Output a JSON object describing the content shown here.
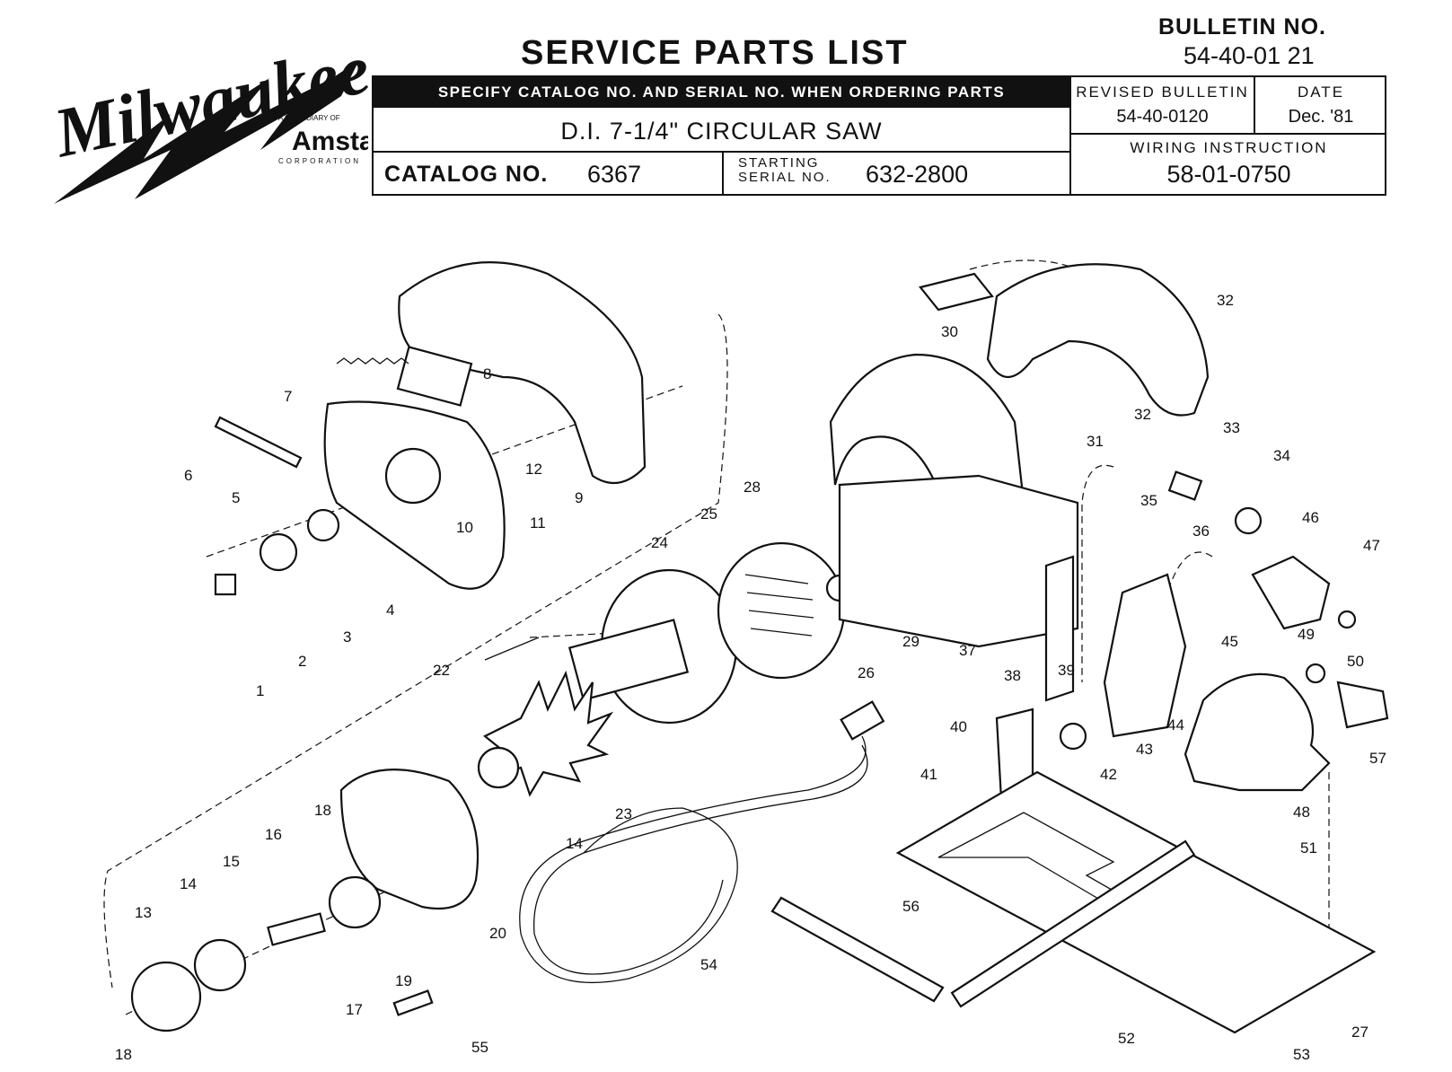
{
  "logo": {
    "brand": "Milwaukee",
    "subsidiary_text": "A SUBSIDIARY OF",
    "parent": "Amstar",
    "parent_sub": "CORPORATION"
  },
  "title": "SERVICE PARTS LIST",
  "bulletin": {
    "label": "BULLETIN NO.",
    "number": "54-40-01 21"
  },
  "header": {
    "specify": "SPECIFY CATALOG NO. AND SERIAL NO. WHEN ORDERING PARTS",
    "product": "D.I. 7-1/4\" CIRCULAR SAW",
    "catalog_label": "CATALOG NO.",
    "catalog_value": "6367",
    "serial_label": "STARTING SERIAL NO.",
    "serial_value": "632-2800",
    "revised_label": "REVISED BULLETIN",
    "revised_value": "54-40-0120",
    "date_label": "DATE",
    "date_value": "Dec. '81",
    "wiring_label": "WIRING INSTRUCTION",
    "wiring_value": "58-01-0750"
  },
  "callouts": [
    "1",
    "2",
    "3",
    "4",
    "5",
    "6",
    "7",
    "8",
    "9",
    "10",
    "11",
    "12",
    "13",
    "14",
    "14",
    "15",
    "16",
    "17",
    "18",
    "18",
    "19",
    "20",
    "22",
    "23",
    "24",
    "25",
    "26",
    "27",
    "28",
    "29",
    "30",
    "31",
    "32",
    "32",
    "33",
    "34",
    "35",
    "36",
    "37",
    "38",
    "39",
    "40",
    "41",
    "42",
    "43",
    "44",
    "45",
    "46",
    "47",
    "48",
    "49",
    "50",
    "51",
    "52",
    "53",
    "54",
    "55",
    "56",
    "57"
  ]
}
